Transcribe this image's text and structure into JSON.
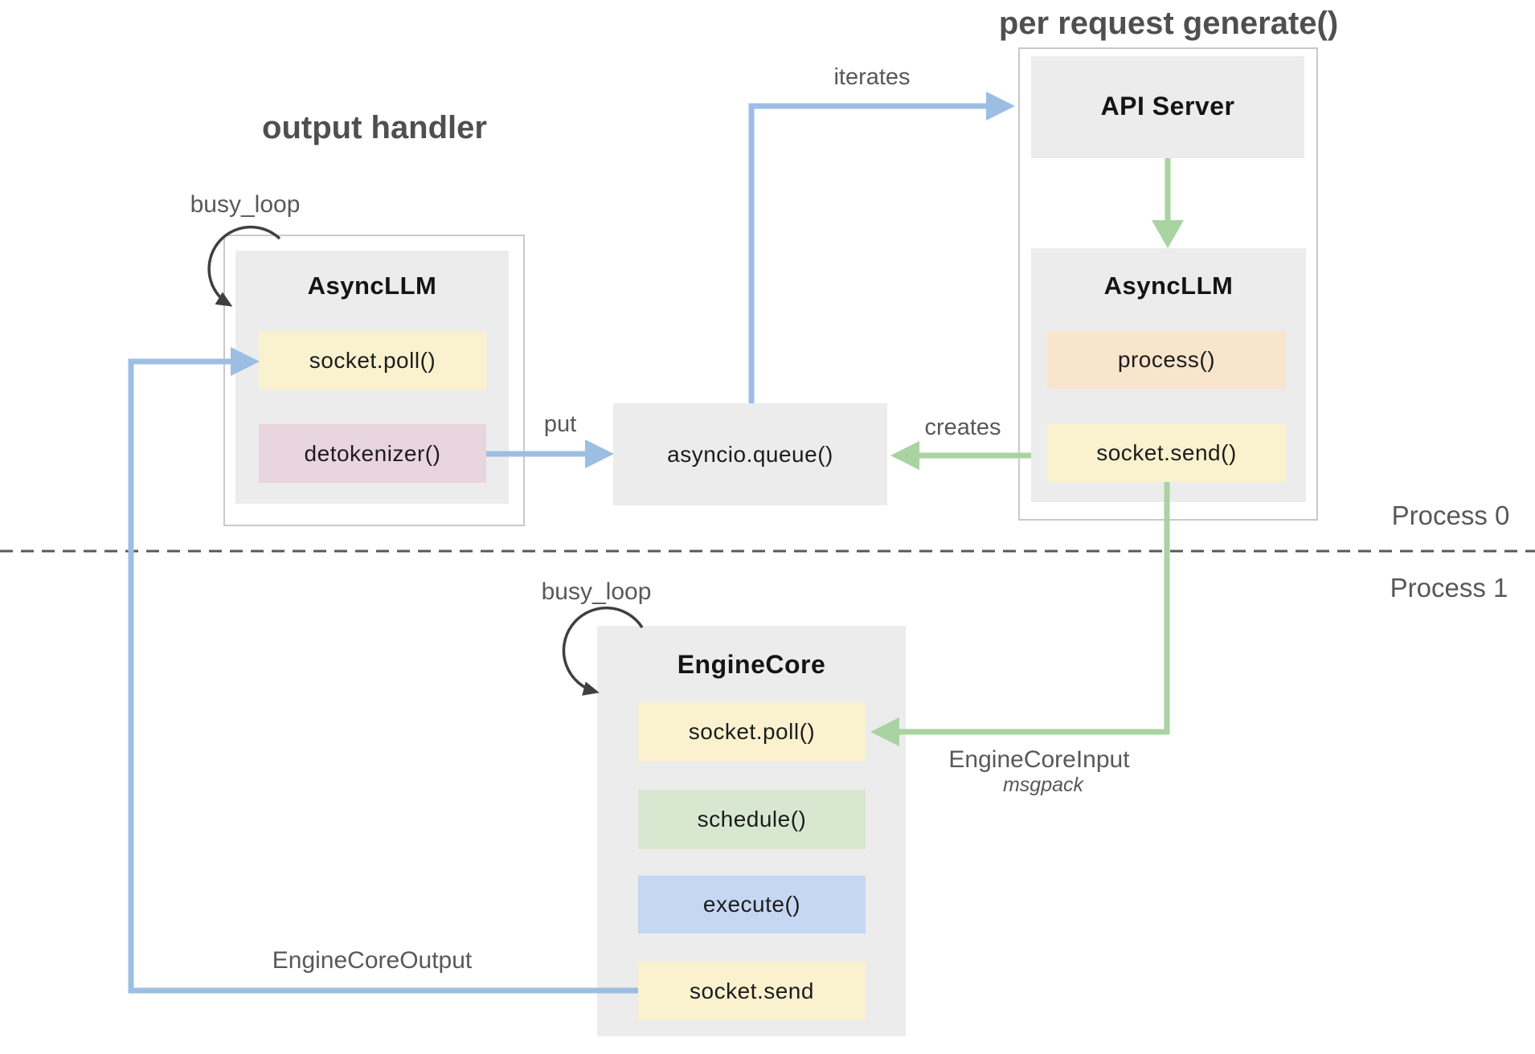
{
  "titles": {
    "output_handler": "output handler",
    "per_request": "per request generate()"
  },
  "labels": {
    "busy_loop_left": "busy_loop",
    "busy_loop_bottom": "busy_loop",
    "iterates": "iterates",
    "put": "put",
    "creates": "creates",
    "engine_core_input": "EngineCoreInput",
    "msgpack": "msgpack",
    "engine_core_output": "EngineCoreOutput",
    "process_0": "Process 0",
    "process_1": "Process 1"
  },
  "nodes": {
    "api_server": {
      "title": "API Server"
    },
    "async_llm_left": {
      "title": "AsyncLLM",
      "rows": [
        "socket.poll()",
        "detokenizer()"
      ]
    },
    "async_llm_right": {
      "title": "AsyncLLM",
      "rows": [
        "process()",
        "socket.send()"
      ]
    },
    "queue": {
      "label": "asyncio.queue()"
    },
    "engine_core": {
      "title": "EngineCore",
      "rows": [
        "socket.poll()",
        "schedule()",
        "execute()",
        "socket.send"
      ]
    }
  },
  "colors": {
    "blue_arrow": "#9dbee3",
    "green_arrow": "#a9d3a0",
    "yellow_box": "#faf2ce",
    "pink_box": "#e9d5de",
    "peach_box": "#f9e4cc",
    "green_box": "#d8e8d0",
    "blue_box": "#c5d7f2",
    "gray_box": "#ececec",
    "outer_border": "#c9c9c9",
    "label_gray": "#58585a",
    "loop_arrow": "#3f3f3f"
  }
}
